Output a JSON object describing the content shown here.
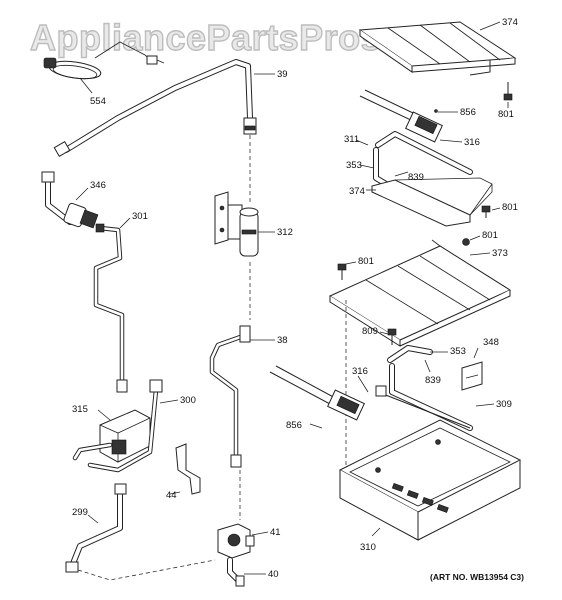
{
  "watermark": "AppliancePartsPros.com",
  "art_number": "(ART NO. WB13954 C3)",
  "callouts": {
    "c554": "554",
    "c39": "39",
    "c374a": "374",
    "c856a": "856",
    "c801a": "801",
    "c311": "311",
    "c316a": "316",
    "c353a": "353",
    "c839a": "839",
    "c374b": "374",
    "c801b": "801",
    "c801c": "801",
    "c346": "346",
    "c301": "301",
    "c312": "312",
    "c801d": "801",
    "c373": "373",
    "c809": "809",
    "c38": "38",
    "c353b": "353",
    "c348": "348",
    "c839b": "839",
    "c316b": "316",
    "c300": "300",
    "c315": "315",
    "c309": "309",
    "c856b": "856",
    "c44": "44",
    "c299": "299",
    "c41": "41",
    "c310": "310",
    "c40": "40"
  }
}
